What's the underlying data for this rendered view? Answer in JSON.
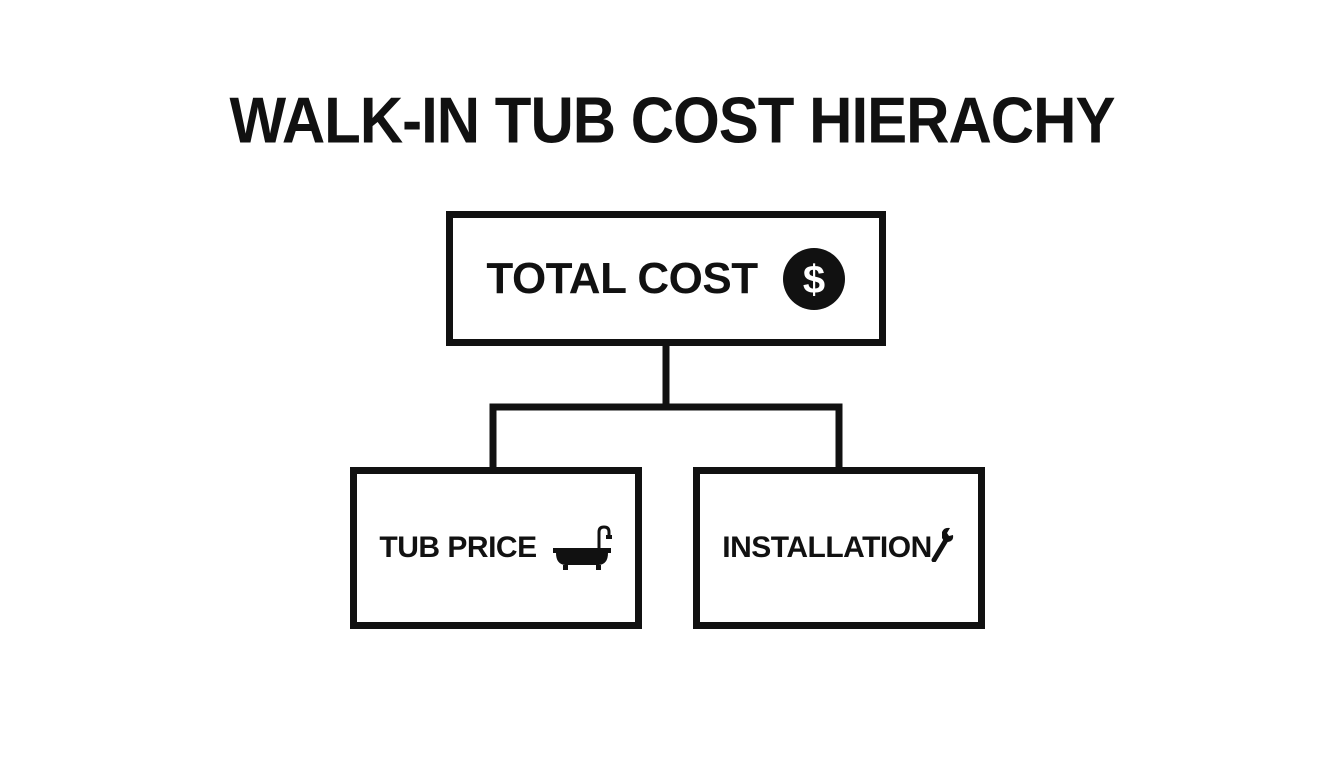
{
  "title": "WALK-IN TUB COST HIERACHY",
  "root": {
    "label": "TOTAL COST",
    "icon": "dollar-circle-icon"
  },
  "children": [
    {
      "label": "TUB PRICE",
      "icon": "bathtub-icon"
    },
    {
      "label": "INSTALLATION",
      "icon": "wrench-icon"
    }
  ],
  "colors": {
    "stroke": "#111111",
    "background": "#ffffff"
  }
}
